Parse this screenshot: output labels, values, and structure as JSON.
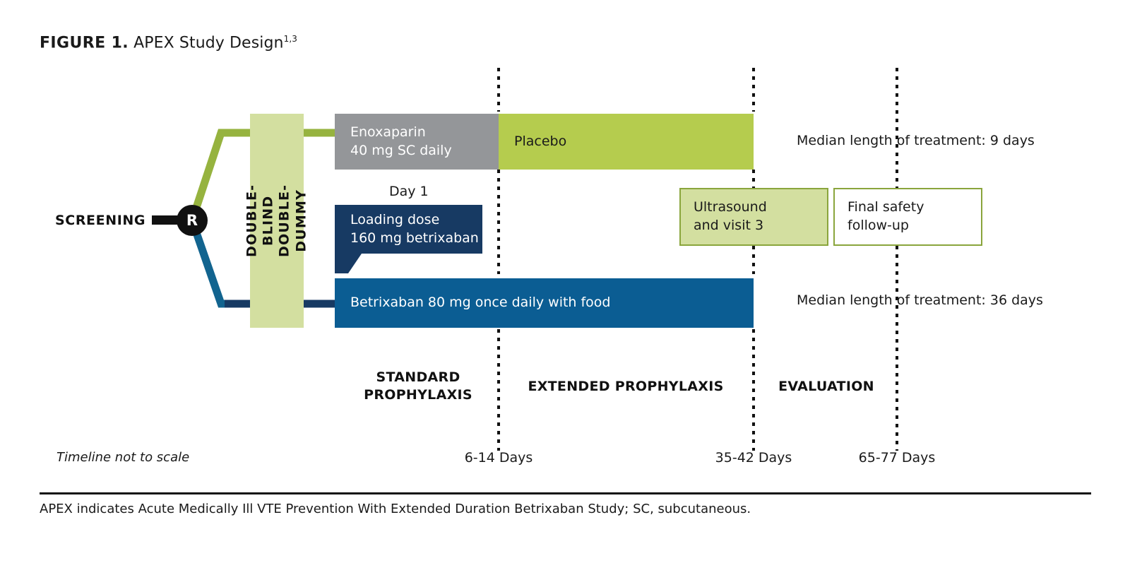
{
  "figure": {
    "label": "FIGURE 1.",
    "title": "APEX Study Design",
    "superscript": "1,3"
  },
  "screening": {
    "label": "SCREENING",
    "randomization_node": "R"
  },
  "blinding": {
    "band_text": "DOUBLE-BLIND\nDOUBLE-DUMMY"
  },
  "arms": {
    "enoxaparin": {
      "label": "Enoxaparin\n40 mg SC daily",
      "color": "#949699",
      "median_note": "Median length of treatment: 9 days"
    },
    "placebo": {
      "label": "Placebo",
      "color": "#b5cc4e"
    },
    "loading_dose": {
      "day_label": "Day 1",
      "label": "Loading dose\n160 mg betrixaban",
      "color": "#173a63"
    },
    "betrixaban": {
      "label": "Betrixaban 80 mg once daily with food",
      "color": "#0b5d93",
      "median_note": "Median length of treatment: 36 days"
    }
  },
  "evaluation_boxes": [
    {
      "label": "Ultrasound\nand visit 3",
      "style": "filled"
    },
    {
      "label": "Final safety\nfollow-up",
      "style": "hollow"
    }
  ],
  "phases": [
    {
      "label": "STANDARD\nPROPHYLAXIS"
    },
    {
      "label": "EXTENDED PROPHYLAXIS"
    },
    {
      "label": "EVALUATION"
    }
  ],
  "timeline": {
    "note": "Timeline not to scale",
    "ticks": [
      "6-14 Days",
      "35-42 Days",
      "65-77 Days"
    ]
  },
  "footnote": "APEX indicates Acute Medically Ill VTE Prevention With Extended Duration Betrixaban Study; SC, subcutaneous.",
  "colors": {
    "olive": "#b5cc4e",
    "light_olive": "#d3dfa0",
    "olive_border": "#8aa53c",
    "gray": "#949699",
    "navy": "#173a63",
    "blue": "#0b5d93",
    "black": "#111111"
  }
}
